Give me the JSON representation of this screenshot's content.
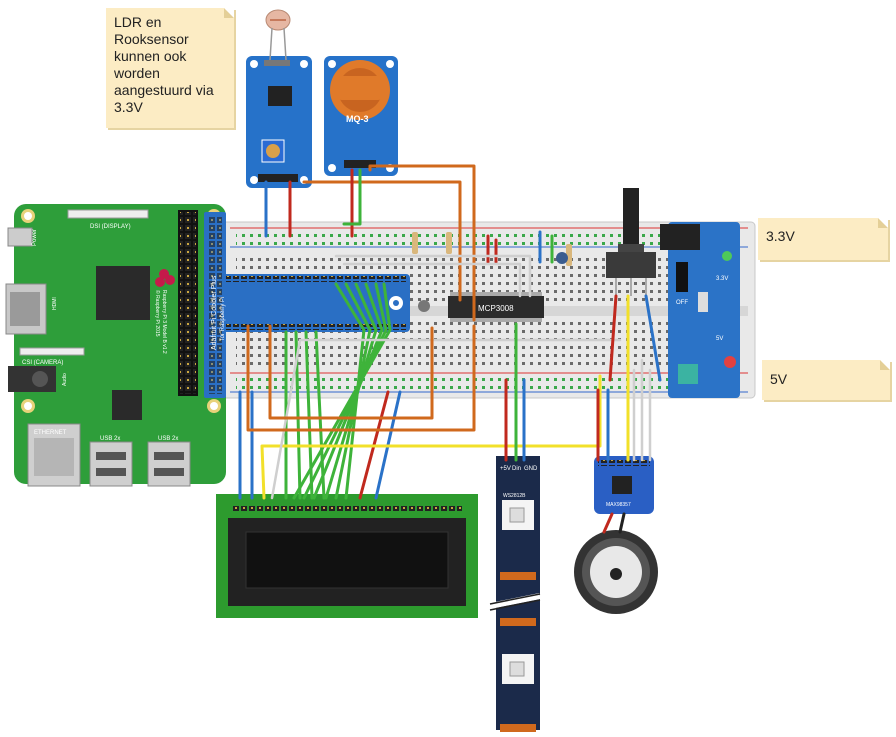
{
  "notes": {
    "ldr_smoke": "LDR en\nRooksensor\nkunnen ook\nworden\naangestuurd via\n3.3V",
    "v33": "3.3V",
    "v5": "5V"
  },
  "raspberry_pi": {
    "dsi_label": "DSI (DISPLAY)",
    "power_label": "Power",
    "hdmi_label": "HDMI",
    "csi_label": "CSI (CAMERA)",
    "audio_label": "Audio",
    "ethernet_label": "ETHERNET",
    "usb_label_1": "USB 2x",
    "usb_label_2": "USB 2x",
    "brand_1": "Raspberry Pi 3 Model B v1.2",
    "brand_2": "© Raspberry Pi 2015"
  },
  "cobbler": {
    "title_1": "Adafruit Pi Cobbler Plus",
    "title_2": "for Raspberry Pi"
  },
  "sensors": {
    "mq3_label": "MQ-3"
  },
  "adc": {
    "label": "MCP3008"
  },
  "power_module": {
    "switch_off": "OFF",
    "label_33": "3.3V",
    "label_5": "5V"
  },
  "led_strip": {
    "pad_labels": [
      "+5V",
      "Din",
      "GND"
    ],
    "chip_label": "WS2812B"
  },
  "amp": {
    "label": "MAX98357"
  },
  "icons": [
    "raspberry-logo-icon",
    "adafruit-flower-icon",
    "ldr-icon",
    "speaker-icon",
    "potentiometer-icon"
  ],
  "colors": {
    "pi_green": "#2e9e3a",
    "breadboard": "#e8e8e8",
    "cobbler_blue": "#2a6fc4",
    "sensor_blue": "#2672c9",
    "mq3_orange": "#e07a2a",
    "wire_red": "#c0291e",
    "wire_green": "#3eb33a",
    "wire_blue": "#2a72c8",
    "wire_orange": "#d0691d",
    "wire_yellow": "#f2e02a",
    "lcd_green": "#2d9b2e",
    "note_bg": "#fcecc4"
  }
}
